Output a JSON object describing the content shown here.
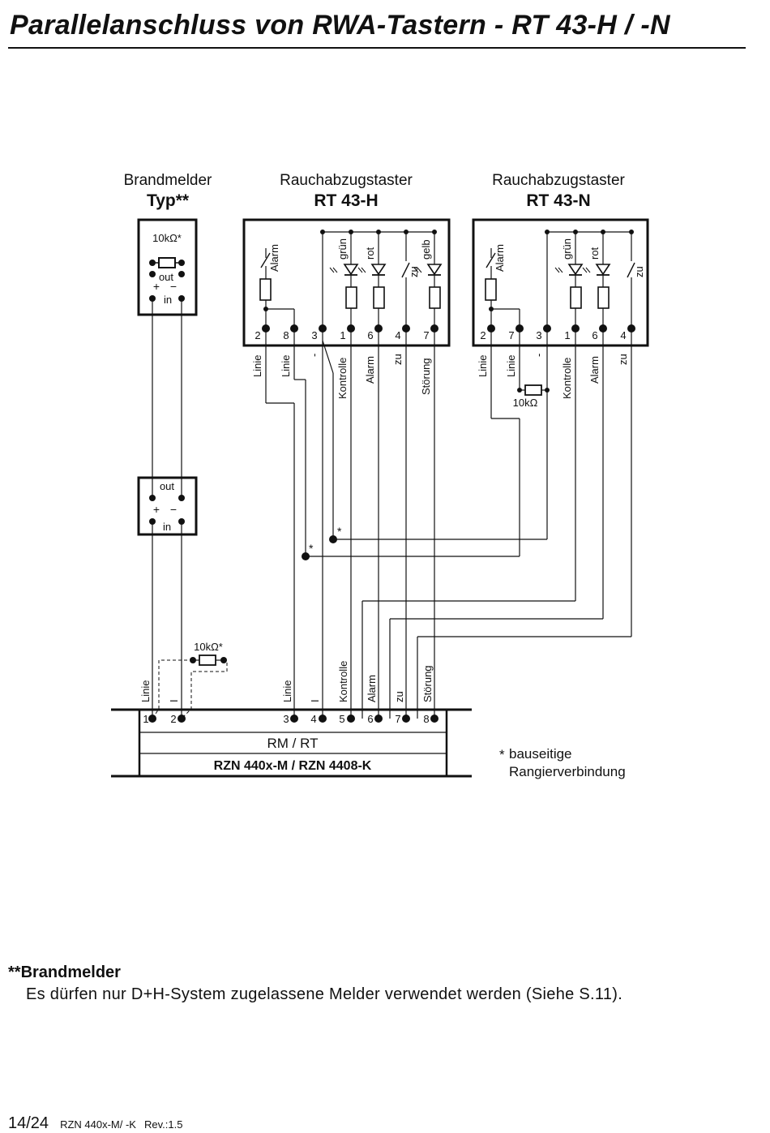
{
  "page_title": "Parallelanschluss von RWA-Tastern - RT 43-H / -N",
  "detector": {
    "heading": "Brandmelder",
    "type": "Typ**",
    "resistor": "10kΩ*",
    "out": "out",
    "plus": "+",
    "minus": "−",
    "in": "in"
  },
  "rt43h": {
    "heading": "Rauchabzugstaster",
    "model": "RT 43-H",
    "internal_labels": [
      "Alarm",
      "grün",
      "rot",
      "zu",
      "gelb"
    ],
    "terminals": [
      "2",
      "8",
      "3",
      "1",
      "6",
      "4",
      "7"
    ],
    "wire_labels": [
      "Linie",
      "Linie",
      "-",
      "Kontrolle",
      "Alarm",
      "zu",
      "Störung"
    ]
  },
  "rt43n": {
    "heading": "Rauchabzugstaster",
    "model": "RT 43-N",
    "internal_labels": [
      "Alarm",
      "grün",
      "rot",
      "zu"
    ],
    "terminals": [
      "2",
      "7",
      "3",
      "1",
      "6",
      "4"
    ],
    "wire_labels": [
      "Linie",
      "Linie",
      "-",
      "Kontrolle",
      "Alarm",
      "zu"
    ],
    "resistor": "10kΩ"
  },
  "control_panel": {
    "terminals": [
      "1",
      "2",
      "3",
      "4",
      "5",
      "6",
      "7",
      "8"
    ],
    "wire_labels": [
      "Linie",
      "I",
      "Linie",
      "I",
      "Kontrolle",
      "Alarm",
      "zu",
      "Störung"
    ],
    "resistor": "10kΩ*",
    "row1": "RM / RT",
    "row2": "RZN 440x-M / RZN 4408-K"
  },
  "junction_mark": "*",
  "legend": {
    "star": "*",
    "line1": "bauseitige",
    "line2": "Rangierverbindung"
  },
  "note": {
    "mark": "**",
    "heading": "Brandmelder",
    "body": "Es dürfen nur D+H-System zugelassene Melder verwendet werden (Siehe S.11)."
  },
  "footer": {
    "page": "14/24",
    "doc": "RZN 440x-M/ -K",
    "rev": "Rev.:1.5"
  }
}
